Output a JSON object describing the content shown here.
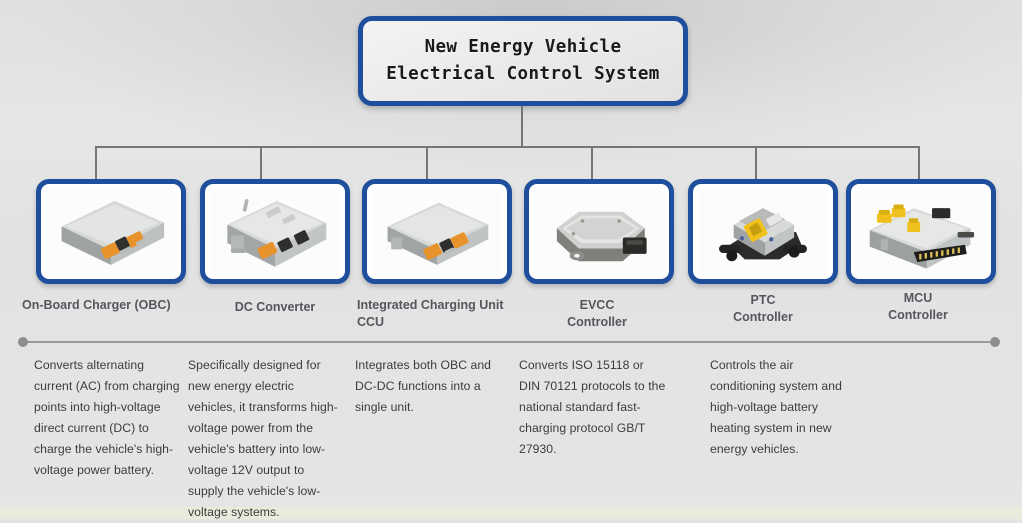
{
  "diagram": {
    "root": {
      "title": "New Energy Vehicle\nElectrical Control System"
    },
    "accent_color": "#1f4e9c",
    "label_color": "#54575e",
    "background_color": "#e4e4e4",
    "bottom_strip_color": "#e7ecdb",
    "nodes": [
      {
        "id": "obc",
        "label": "On-Board Charger (OBC)",
        "image_name": "on-board-charger-product-photo",
        "description": "Converts alternating current (AC) from charging points into high-voltage direct current (DC) to charge the vehicle's high-voltage power battery."
      },
      {
        "id": "dc-converter",
        "label": "DC Converter",
        "image_name": "dc-converter-product-photo",
        "description": "Specifically designed for new energy electric vehicles, it transforms high-voltage power from the vehicle's battery into low-voltage 12V output to supply the vehicle's low-voltage systems."
      },
      {
        "id": "ccu",
        "label": "Integrated Charging Unit CCU",
        "image_name": "integrated-charging-unit-product-photo",
        "description": "Integrates both OBC and DC-DC functions into a single unit."
      },
      {
        "id": "evcc",
        "label": "EVCC\nController",
        "image_name": "evcc-controller-product-photo",
        "description": "Converts ISO 15118 or DIN 70121 protocols to the national standard fast-charging protocol GB/T 27930."
      },
      {
        "id": "ptc",
        "label": "PTC\nController",
        "image_name": "ptc-controller-product-photo",
        "description": "Controls the air conditioning system and high-voltage battery heating system in new energy vehicles."
      },
      {
        "id": "mcu",
        "label": "MCU\nController",
        "image_name": "mcu-controller-product-photo",
        "description": ""
      }
    ]
  }
}
